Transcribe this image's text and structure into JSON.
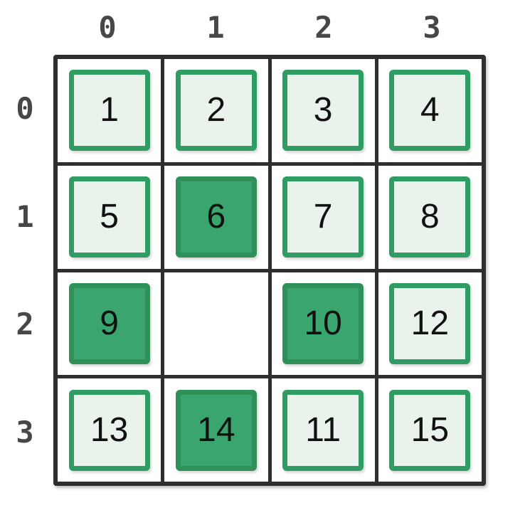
{
  "title": "sliding-puzzle-board",
  "colors": {
    "background": "#ffffff",
    "grid_line": "#2e2e2e",
    "label": "#474747",
    "tile_light_bg": "#e9f3ec",
    "tile_light_border": "#2e9c63",
    "tile_dark_bg": "#3aa56f",
    "tile_dark_border": "#2f9059",
    "number": "#111111"
  },
  "board": {
    "rows": 4,
    "cols": 4,
    "column_labels": [
      "0",
      "1",
      "2",
      "3"
    ],
    "row_labels": [
      "0",
      "1",
      "2",
      "3"
    ],
    "empty_cell": {
      "row": 2,
      "col": 1
    },
    "highlighted_tiles": [
      "6",
      "9",
      "10",
      "14"
    ],
    "cells": [
      {
        "row": 0,
        "col": 0,
        "tile": "1",
        "state": "normal"
      },
      {
        "row": 0,
        "col": 1,
        "tile": "2",
        "state": "normal"
      },
      {
        "row": 0,
        "col": 2,
        "tile": "3",
        "state": "normal"
      },
      {
        "row": 0,
        "col": 3,
        "tile": "4",
        "state": "normal"
      },
      {
        "row": 1,
        "col": 0,
        "tile": "5",
        "state": "normal"
      },
      {
        "row": 1,
        "col": 1,
        "tile": "6",
        "state": "highlighted"
      },
      {
        "row": 1,
        "col": 2,
        "tile": "7",
        "state": "normal"
      },
      {
        "row": 1,
        "col": 3,
        "tile": "8",
        "state": "normal"
      },
      {
        "row": 2,
        "col": 0,
        "tile": "9",
        "state": "highlighted"
      },
      {
        "row": 2,
        "col": 1,
        "tile": null,
        "state": "empty"
      },
      {
        "row": 2,
        "col": 2,
        "tile": "10",
        "state": "highlighted"
      },
      {
        "row": 2,
        "col": 3,
        "tile": "12",
        "state": "normal"
      },
      {
        "row": 3,
        "col": 0,
        "tile": "13",
        "state": "normal"
      },
      {
        "row": 3,
        "col": 1,
        "tile": "14",
        "state": "highlighted"
      },
      {
        "row": 3,
        "col": 2,
        "tile": "11",
        "state": "normal"
      },
      {
        "row": 3,
        "col": 3,
        "tile": "15",
        "state": "normal"
      }
    ]
  }
}
